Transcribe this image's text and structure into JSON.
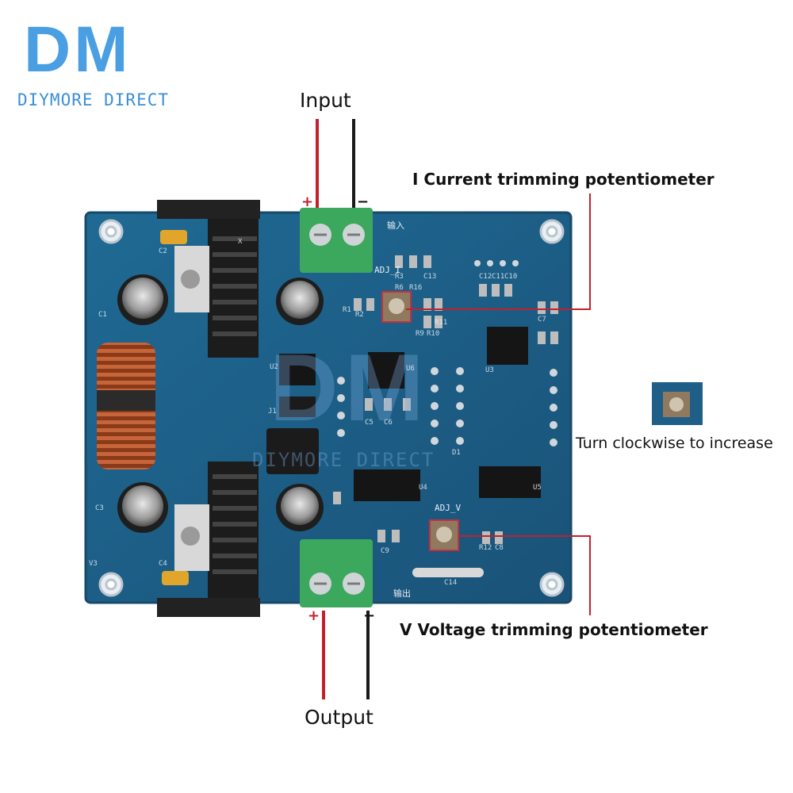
{
  "brand": {
    "logo": "DM",
    "name": "DIYMORE DIRECT"
  },
  "labels": {
    "input": "Input",
    "output": "Output",
    "current_pot": "I Current trimming potentiometer",
    "voltage_pot": "V Voltage trimming potentiometer",
    "clockwise": "Turn clockwise to increase"
  },
  "terminals": {
    "input_plus": "+",
    "input_minus": "−",
    "output_plus": "+",
    "output_minus": "−"
  },
  "pcb_marks": {
    "adj_i": "ADJ_I",
    "adj_v": "ADJ_V",
    "input_cn": "输入",
    "output_cn": "输出",
    "watermark_logo": "DM",
    "watermark_text": "DIYMORE DIRECT",
    "silk": [
      "C2",
      "C1",
      "C3",
      "C4",
      "V3",
      "U2",
      "U3",
      "U4",
      "U5",
      "U6",
      "R3",
      "R6",
      "R16",
      "C13",
      "C12",
      "C11",
      "C10",
      "C5",
      "C6",
      "C7",
      "R1",
      "R2",
      "R9",
      "R10",
      "R11",
      "R12",
      "C8",
      "C9",
      "C14",
      "J1",
      "D1",
      "X"
    ]
  },
  "colors": {
    "pcb": "#1f5e86",
    "pcb_edge": "#17496b",
    "terminal": "#3ba85d",
    "wire_red": "#c3202c",
    "wire_black": "#1a1a1a",
    "brand_blue": "#4a9fe2",
    "copper": "#b5552a"
  }
}
